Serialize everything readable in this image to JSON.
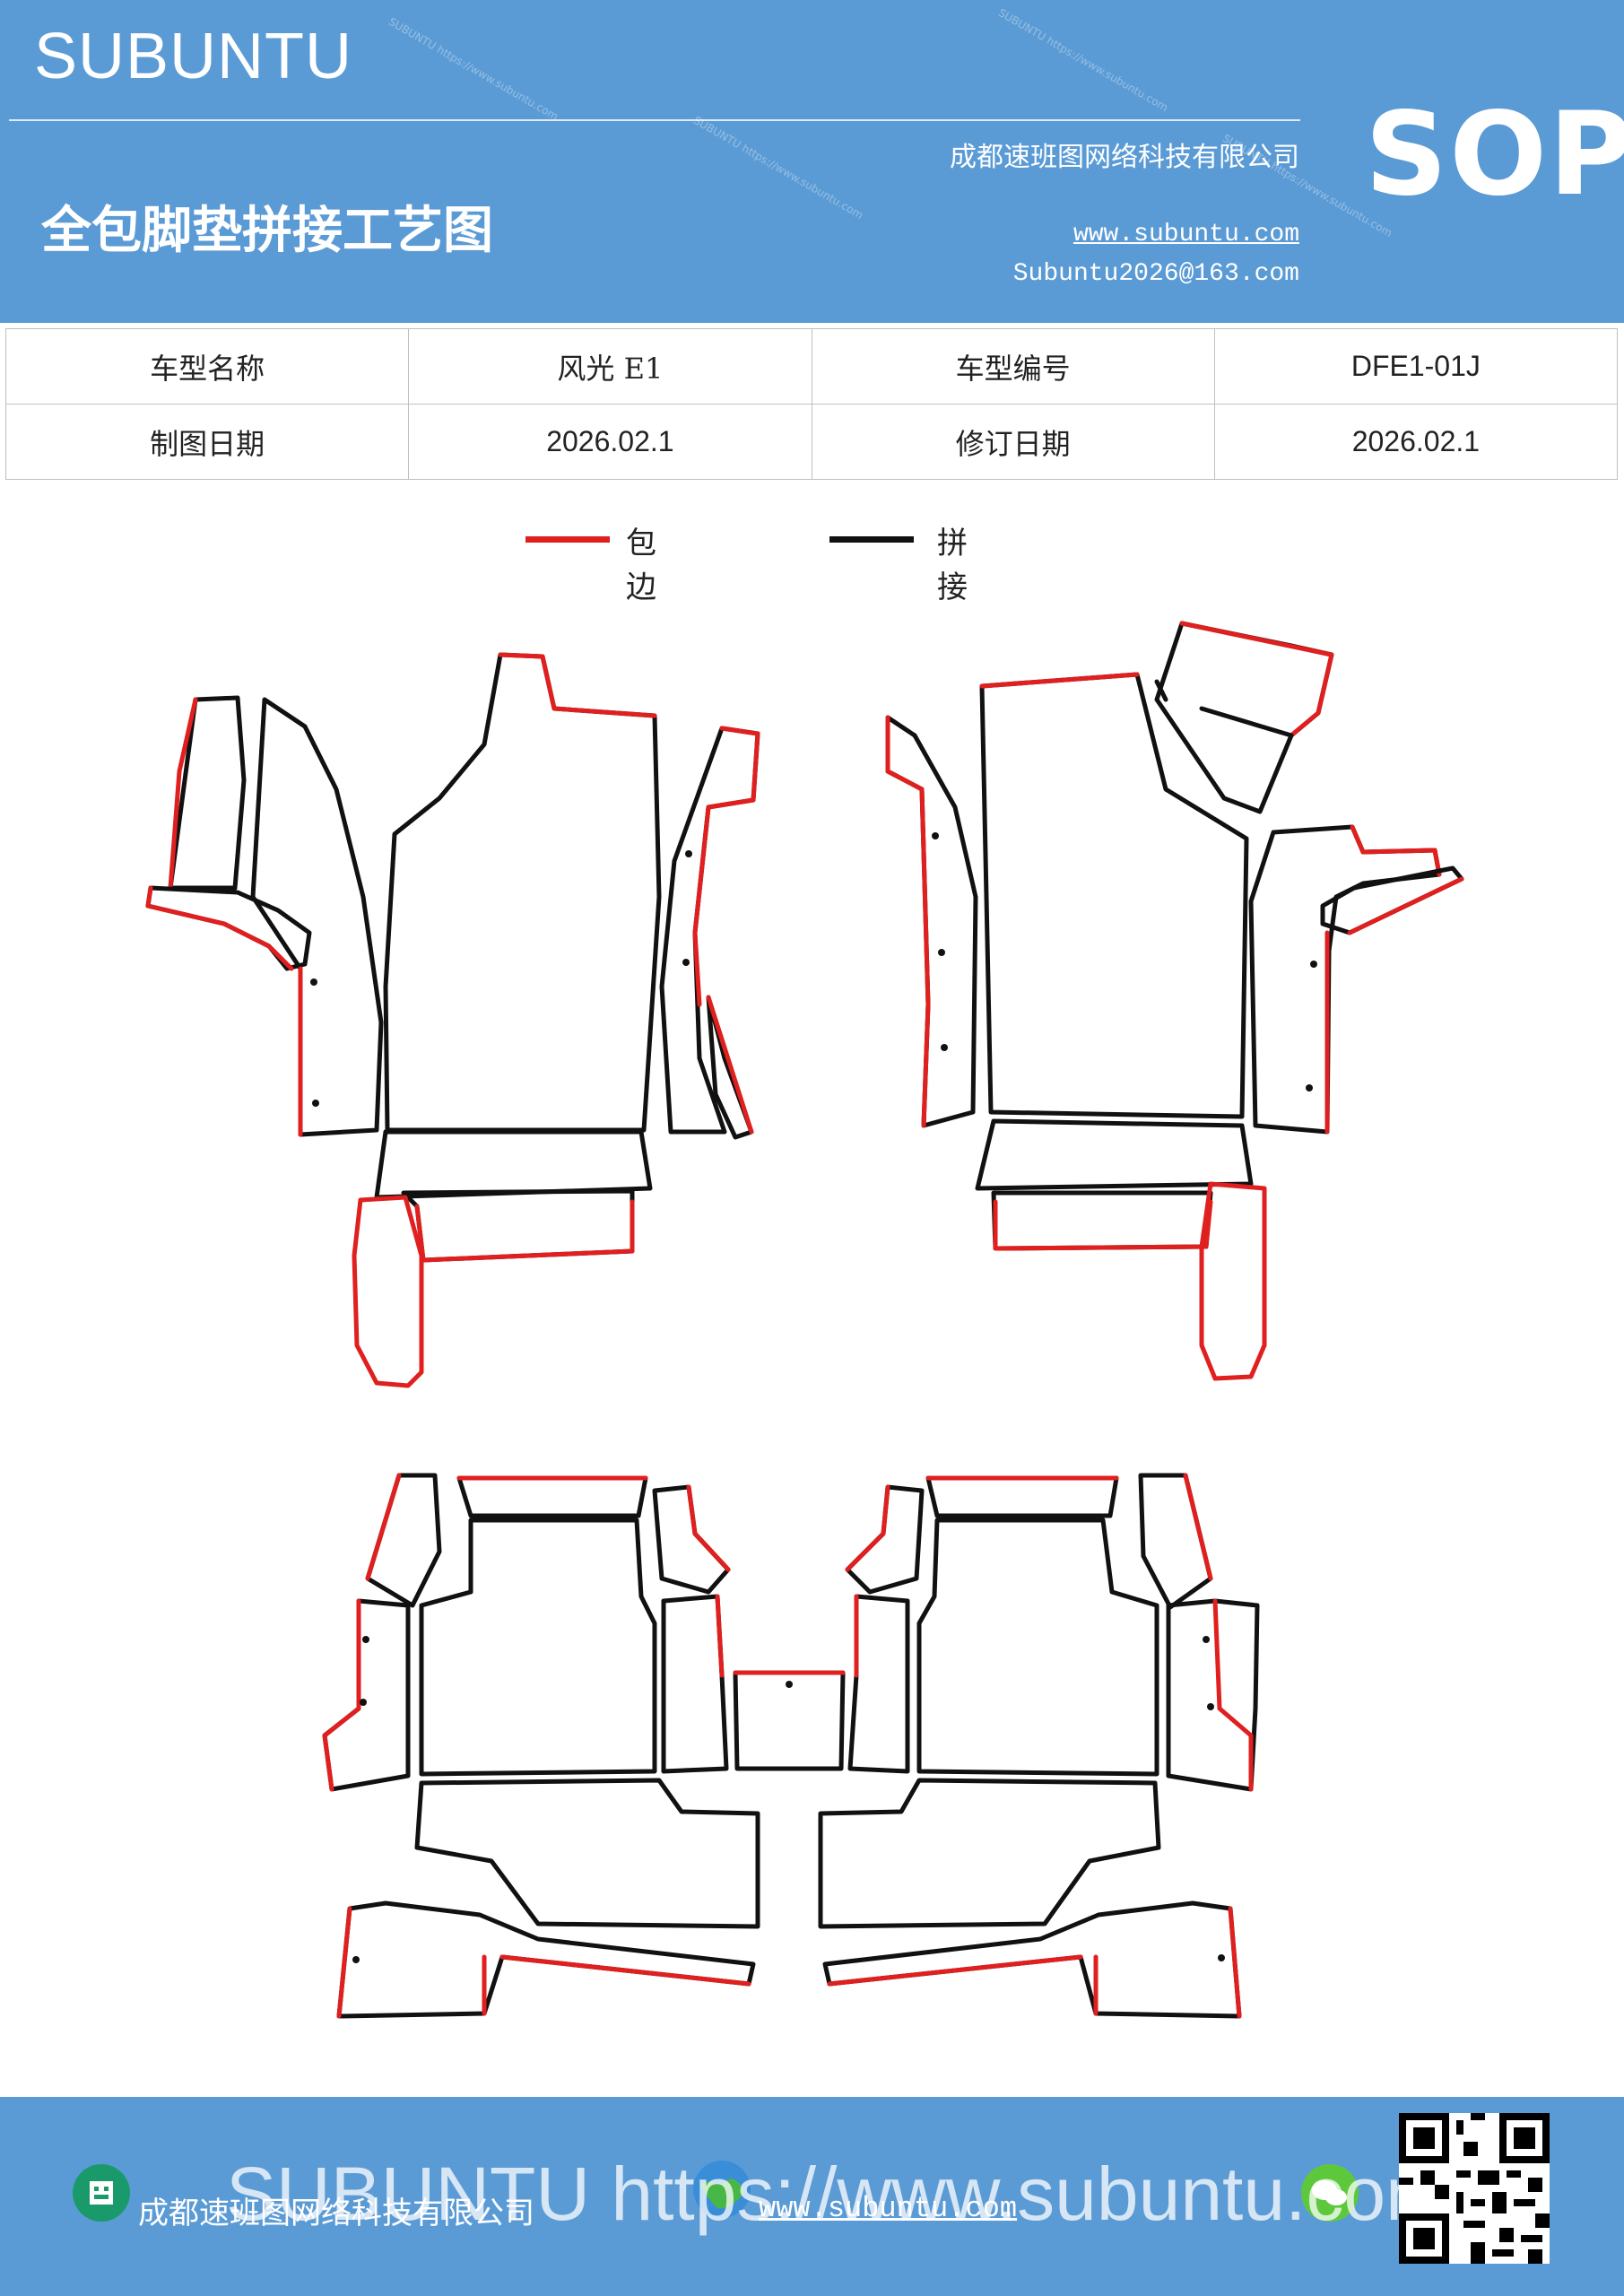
{
  "header": {
    "brand": "SUBUNTU",
    "title": "全包脚垫拼接工艺图",
    "company": "成都速班图网络科技有限公司",
    "website": "www.subuntu.com",
    "email": "Subuntu2026@163.com",
    "badge": "SOP",
    "watermark": "SUBUNTU https://www.subuntu.com"
  },
  "info_table": {
    "model_name_label": "车型名称",
    "model_name_value": "风光 E1",
    "model_code_label": "车型编号",
    "model_code_value": "DFE1-01J",
    "draw_date_label": "制图日期",
    "draw_date_value": "2026.02.1",
    "revise_date_label": "修订日期",
    "revise_date_value": "2026.02.1"
  },
  "legend": {
    "edge_label": "包边",
    "edge_color": "#e01f1f",
    "seam_label": "拼接",
    "seam_color": "#111111"
  },
  "footer": {
    "company": "成都速班图网络科技有限公司",
    "website": "www.subuntu.com",
    "overlay": "SUBUNTU https://www.subuntu.com",
    "icons": [
      "building-icon",
      "globe-icon",
      "wechat-icon",
      "qr-code"
    ]
  }
}
